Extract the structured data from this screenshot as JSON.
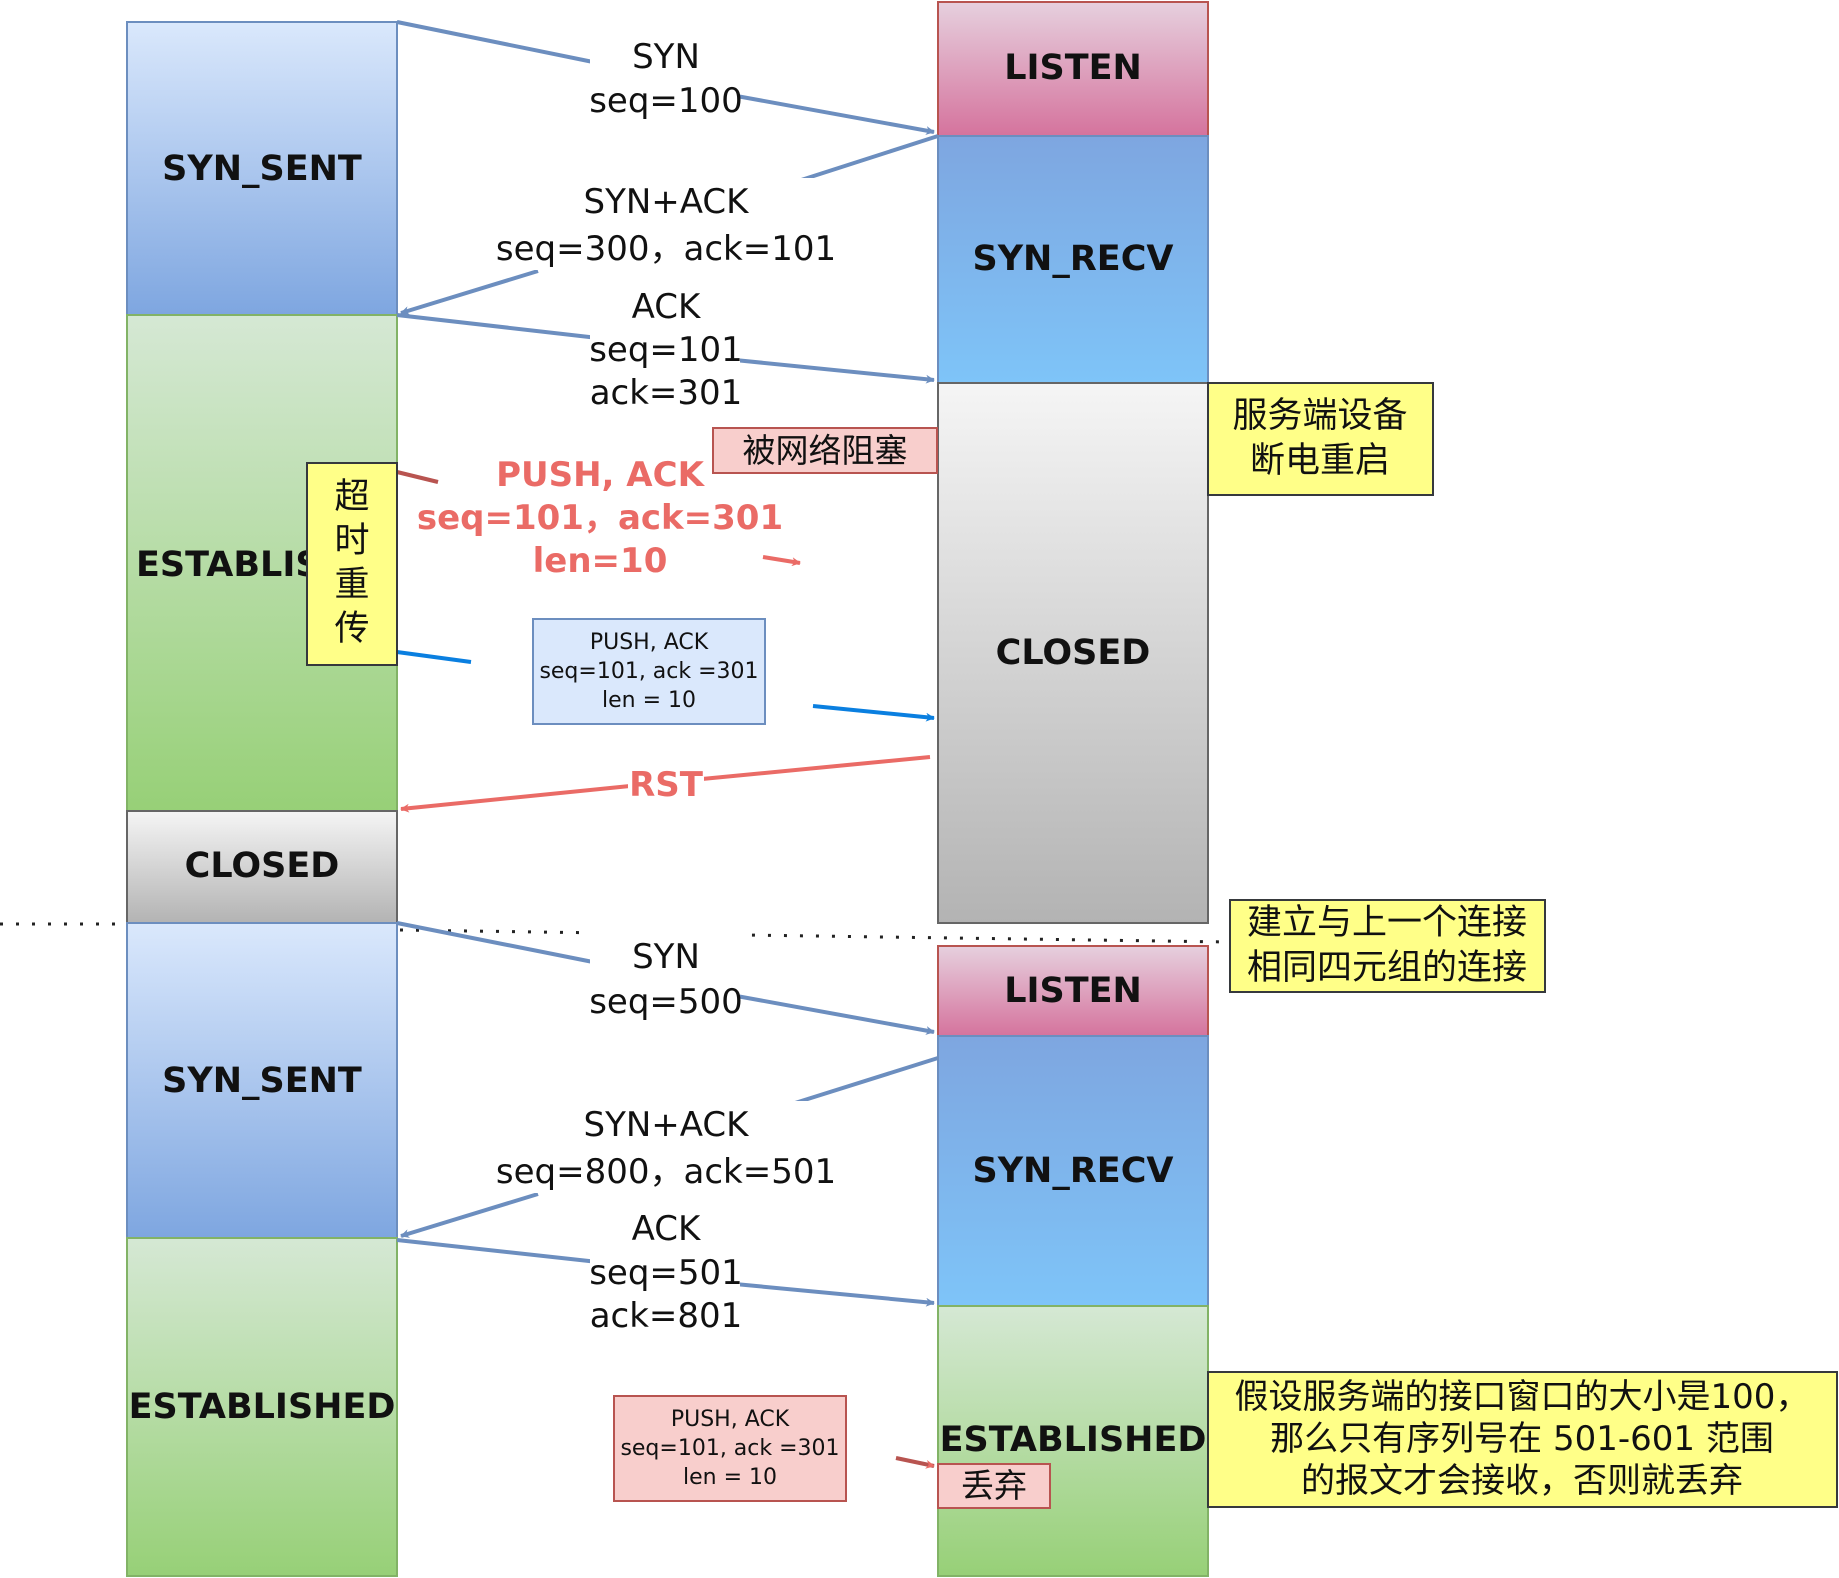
{
  "client_states": [
    {
      "label": "SYN_SENT",
      "fill": "blue"
    },
    {
      "label": "ESTABLIS",
      "fill": "green"
    },
    {
      "label": "CLOSED",
      "fill": "gray"
    },
    {
      "label": "SYN_SENT",
      "fill": "blue"
    },
    {
      "label": "ESTABLISHED",
      "fill": "green"
    }
  ],
  "server_states": [
    {
      "label": "LISTEN",
      "fill": "pink"
    },
    {
      "label": "SYN_RECV",
      "fill": "blue"
    },
    {
      "label": "CLOSED",
      "fill": "gray"
    },
    {
      "label": "LISTEN",
      "fill": "pink"
    },
    {
      "label": "SYN_RECV",
      "fill": "blue"
    },
    {
      "label": "ESTABLISHED",
      "fill": "green"
    }
  ],
  "messages": [
    {
      "lines": [
        "SYN",
        "seq=100"
      ],
      "color": "#6c8ebf"
    },
    {
      "lines": [
        "SYN+ACK",
        "seq=300，ack=101"
      ],
      "color": "#6c8ebf"
    },
    {
      "lines": [
        "ACK",
        "seq=101",
        "ack=301"
      ],
      "color": "#6c8ebf"
    },
    {
      "lines": [
        "PUSH, ACK",
        "seq=101，ack=301",
        "len=10"
      ],
      "color": "#ea6b66"
    },
    {
      "lines": [
        "RST"
      ],
      "color": "#ea6b66"
    },
    {
      "lines": [
        "SYN",
        "seq=500"
      ],
      "color": "#6c8ebf"
    },
    {
      "lines": [
        "SYN+ACK",
        "seq=800，ack=501"
      ],
      "color": "#6c8ebf"
    },
    {
      "lines": [
        "ACK",
        "seq=501",
        "ack=801"
      ],
      "color": "#6c8ebf"
    }
  ],
  "packet_boxes": [
    {
      "lines": [
        "PUSH, ACK",
        "seq=101, ack =301",
        "len = 10"
      ],
      "fill": "#dae8fc",
      "stroke": "#6c8ebf"
    },
    {
      "lines": [
        "PUSH, ACK",
        "seq=101, ack =301",
        "len = 10"
      ],
      "fill": "#f8cecc",
      "stroke": "#b85450"
    }
  ],
  "notes": {
    "blocked": "被网络阻塞",
    "timeout_retransmit": [
      "超",
      "时",
      "重",
      "传"
    ],
    "server_restart": [
      "服务端设备",
      "断电重启"
    ],
    "new_connection": [
      "建立与上一个连接",
      "相同四元组的连接"
    ],
    "window_note": [
      "假设服务端的接口窗口的大小是100，",
      "那么只有序列号在 501-601 范围",
      "的报文才会接收，否则就丢弃"
    ],
    "discard": "丢弃"
  },
  "colors": {
    "arrow_blue": "#6c8ebf",
    "arrow_red": "#ea6b66",
    "arrow_bright_blue": "#0a7fe0",
    "note_yellow": "#ffff88",
    "note_red": "#f8cecc"
  }
}
